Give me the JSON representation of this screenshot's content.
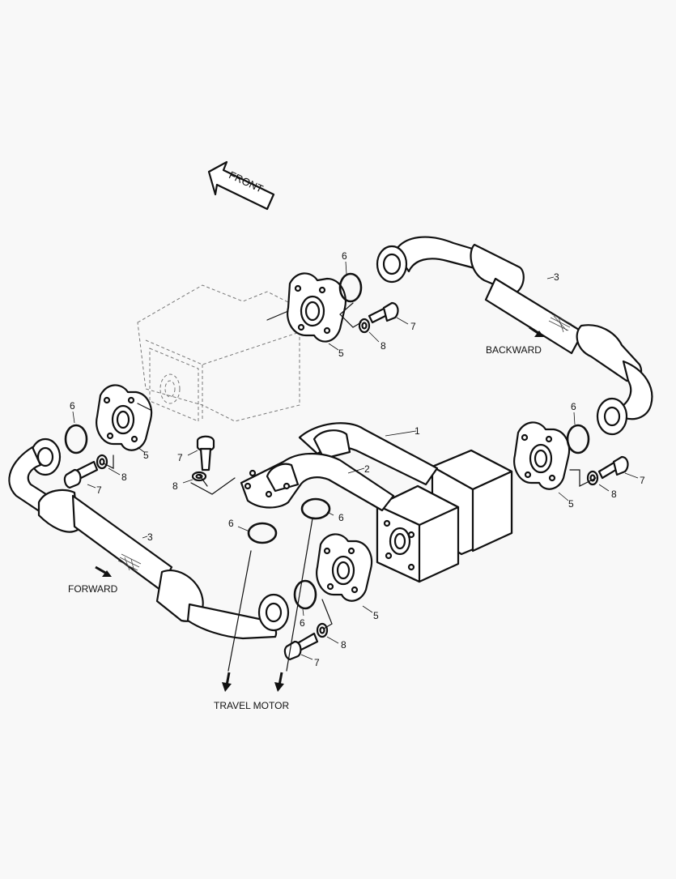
{
  "labels": {
    "front": "FRONT",
    "forward": "FORWARD",
    "backward": "BACKWARD",
    "travel_motor": "TRAVEL MOTOR"
  },
  "callouts": {
    "pipe_upper": "1",
    "pipe_lower": "2",
    "hose_back": "3",
    "hose_front": "3",
    "flange_top": "5",
    "flange_left": "5",
    "flange_right": "5",
    "flange_bottom": "5",
    "oring_top": "6",
    "oring_left": "6",
    "oring_right": "6",
    "oring_mid_left": "6",
    "oring_mid_right": "6",
    "oring_bottom": "6",
    "bolt_top": "7",
    "bolt_left": "7",
    "bolt_center": "7",
    "bolt_right": "7",
    "bolt_bottom": "7",
    "washer_top": "8",
    "washer_left": "8",
    "washer_center": "8",
    "washer_right": "8",
    "washer_bottom": "8"
  }
}
